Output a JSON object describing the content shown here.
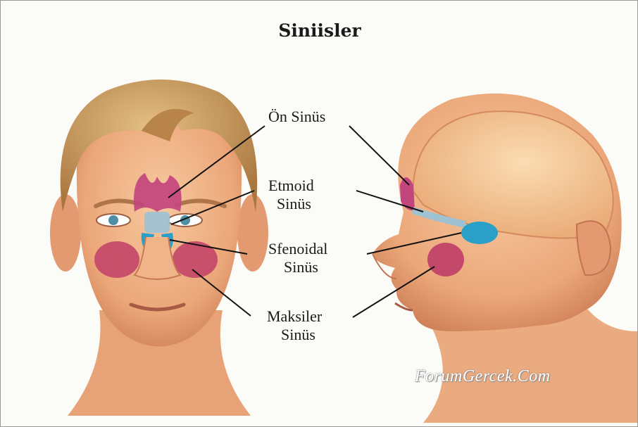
{
  "title": "Siniisler",
  "labels": {
    "frontal": "Ön Sinüs",
    "ethmoid_line1": "Etmoid",
    "ethmoid_line2": "Sinüs",
    "sphenoid_line1": "Sfenoidal",
    "sphenoid_line2": "Sinüs",
    "maxillary_line1": "Maksiler",
    "maxillary_line2": "Sinüs"
  },
  "watermark": "ForumGercek.Com",
  "colors": {
    "skin": "#f1b98e",
    "skin_shadow": "#d98a62",
    "hair": "#c89a5e",
    "frontal_sinus": "#c2457e",
    "ethmoid_sinus": "#8fb6cc",
    "sphenoid_sinus": "#2a9fc8",
    "maxillary_sinus": "#c44869",
    "brain_cavity": "#f5cd9b"
  }
}
